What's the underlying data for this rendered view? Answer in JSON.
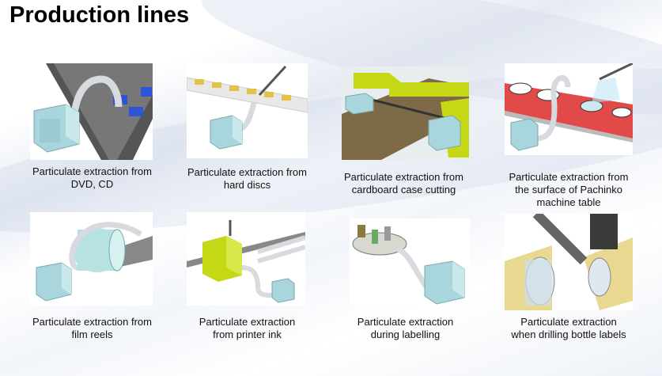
{
  "page": {
    "title": "Production lines"
  },
  "items": [
    {
      "caption": [
        "Particulate extraction from",
        "DVD, CD"
      ]
    },
    {
      "caption": [
        "Particulate extraction from",
        "hard discs"
      ]
    },
    {
      "caption": [
        "Particulate extraction from",
        "cardboard case cutting"
      ]
    },
    {
      "caption": [
        "Particulate extraction from",
        "the surface of Pachinko",
        "machine table"
      ]
    },
    {
      "caption": [
        "Particulate extraction from",
        "film reels"
      ]
    },
    {
      "caption": [
        "Particulate extraction",
        "from printer ink"
      ]
    },
    {
      "caption": [
        "Particulate extraction",
        "during labelling"
      ]
    },
    {
      "caption": [
        "Particulate extraction",
        "when drilling bottle labels"
      ]
    }
  ],
  "colors": {
    "accent_green": "#c5d816",
    "unit_blue": "#a9d6dc",
    "pipe": "#e3e6ea"
  }
}
